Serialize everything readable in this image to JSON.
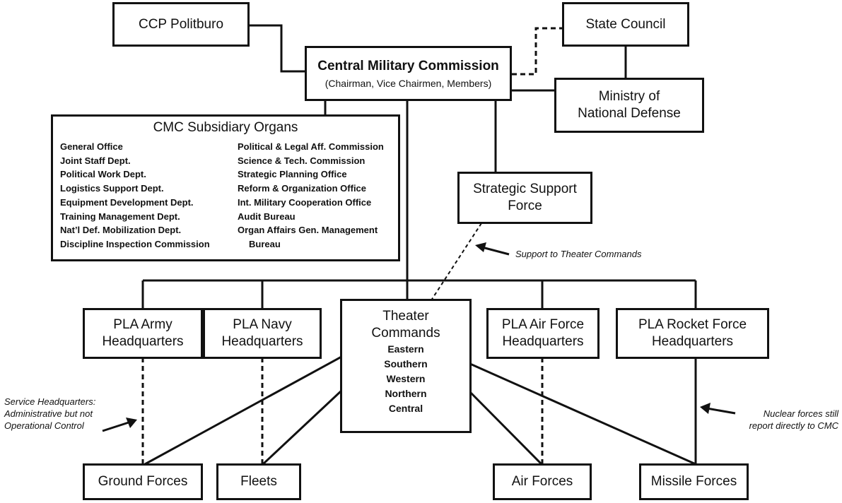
{
  "boxes": {
    "politburo": "CCP Politburo",
    "state_council": "State Council",
    "cmc_title": "Central Military Commission",
    "cmc_members": "(Chairman, Vice Chairmen, Members)",
    "mnd_line1": "Ministry of",
    "mnd_line2": "National Defense",
    "ssf_line1": "Strategic Support",
    "ssf_line2": "Force",
    "army_line1": "PLA Army",
    "army_line2": "Headquarters",
    "navy_line1": "PLA Navy",
    "navy_line2": "Headquarters",
    "theater_line1": "Theater",
    "theater_line2": "Commands",
    "theater_list": [
      "Eastern",
      "Southern",
      "Western",
      "Northern",
      "Central"
    ],
    "airforce_line1": "PLA Air Force",
    "airforce_line2": "Headquarters",
    "rocket_line1": "PLA Rocket Force",
    "rocket_line2": "Headquarters",
    "ground": "Ground Forces",
    "fleets": "Fleets",
    "air": "Air Forces",
    "missile": "Missile Forces"
  },
  "organs": {
    "title": "CMC Subsidiary Organs",
    "left": [
      "General Office",
      "Joint Staff Dept.",
      "Political Work Dept.",
      "Logistics Support Dept.",
      "Equipment Development Dept.",
      "Training Management Dept.",
      "Nat’l Def. Mobilization Dept.",
      "Discipline Inspection Commission"
    ],
    "right": [
      "Political & Legal Aff. Commission",
      "Science & Tech. Commission",
      "Strategic Planning Office",
      "Reform & Organization Office",
      "Int. Military Cooperation Office",
      "Audit Bureau",
      "Organ Affairs Gen. Management",
      "Bureau"
    ]
  },
  "notes": {
    "support": "Support to Theater Commands",
    "service_line1": "Service Headquarters:",
    "service_line2": "Administrative but not",
    "service_line3": "Operational Control",
    "nuclear_line1": "Nuclear forces still",
    "nuclear_line2": "report directly to CMC"
  }
}
